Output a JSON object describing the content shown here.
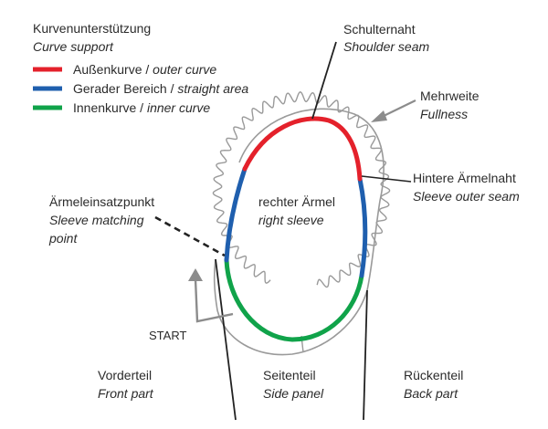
{
  "legend": {
    "title": "Kurvenunterstützung",
    "subtitle": "Curve support",
    "items": [
      {
        "de": "Außenkurve",
        "sep": " / ",
        "en": "outer curve",
        "color": "#e4212b"
      },
      {
        "de": "Gerader Bereich",
        "sep": " / ",
        "en": "straight area",
        "color": "#1f5fae"
      },
      {
        "de": "Innenkurve",
        "sep": " / ",
        "en": "inner curve",
        "color": "#10a34a"
      }
    ]
  },
  "labels": {
    "shoulder_seam_de": "Schulternaht",
    "shoulder_seam_en": "Shoulder seam",
    "fullness_de": "Mehrweite",
    "fullness_en": "Fullness",
    "sleeve_outer_seam_de": "Hintere Ärmelnaht",
    "sleeve_outer_seam_en": "Sleeve outer seam",
    "matching_point_de": "Ärmeleinsatzpunkt",
    "matching_point_en_1": "Sleeve matching",
    "matching_point_en_2": "point",
    "right_sleeve_de": "rechter Ärmel",
    "right_sleeve_en": "right sleeve",
    "start": "START",
    "front_part_de": "Vorderteil",
    "front_part_en": "Front part",
    "side_panel_de": "Seitenteil",
    "side_panel_en": "Side panel",
    "back_part_de": "Rückenteil",
    "back_part_en": "Back part"
  },
  "colors": {
    "outer": "#e4212b",
    "straight": "#1f5fae",
    "inner": "#10a34a",
    "outline": "#9a9a9a",
    "arrow": "#8c8c8c",
    "line": "#222222"
  }
}
